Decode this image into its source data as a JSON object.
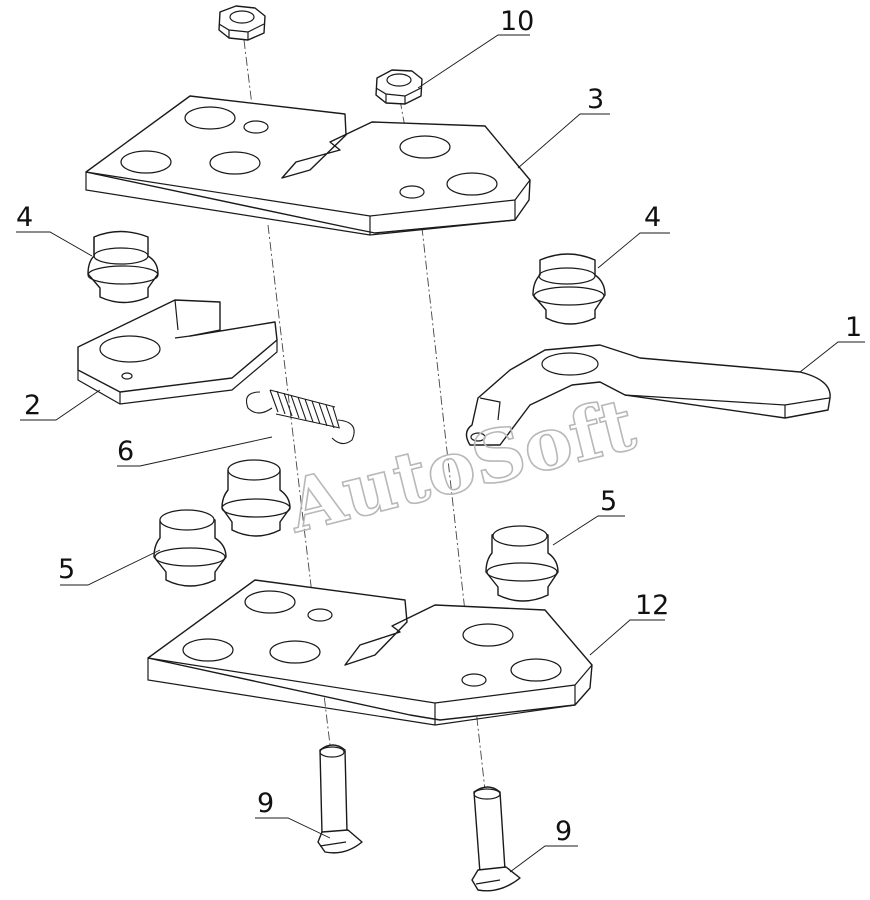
{
  "watermark": {
    "text": "AutoSoft",
    "color": "#b8b8b8"
  },
  "callouts": {
    "c1": "1",
    "c2": "2",
    "c3": "3",
    "c4_left": "4",
    "c4_right": "4",
    "c5_right": "5",
    "c5_left": "5",
    "c6": "6",
    "c9_left": "9",
    "c9_right": "9",
    "c10": "10",
    "c12": "12"
  }
}
